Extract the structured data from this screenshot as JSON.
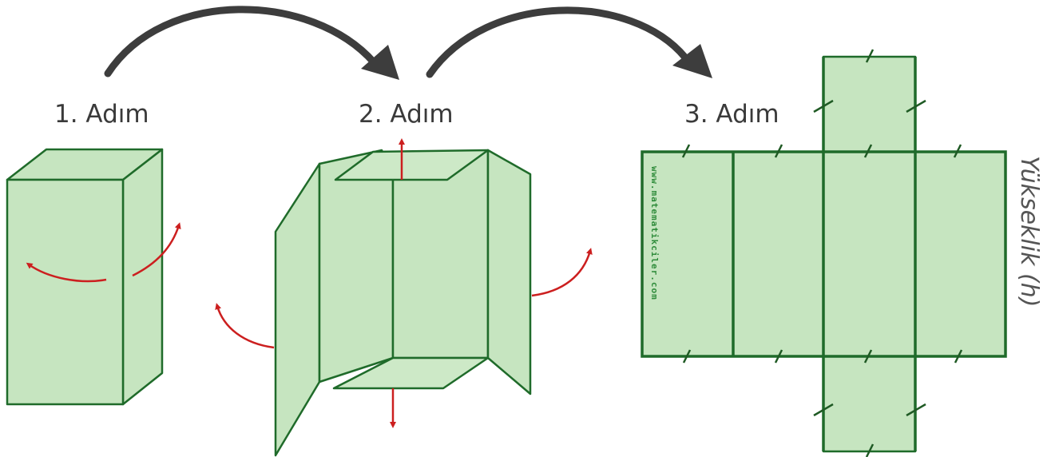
{
  "steps": [
    {
      "label": "1. Adım"
    },
    {
      "label": "2. Adım"
    },
    {
      "label": "3. Adım"
    }
  ],
  "watermark": "www.matematikciler.com",
  "height_label": "Yükseklik (h)",
  "colors": {
    "face_fill": "#c6e5c0",
    "edge": "#1f6b2a",
    "fold_arrow": "#cc1f1f",
    "step_arrow": "#3d3d3d"
  }
}
